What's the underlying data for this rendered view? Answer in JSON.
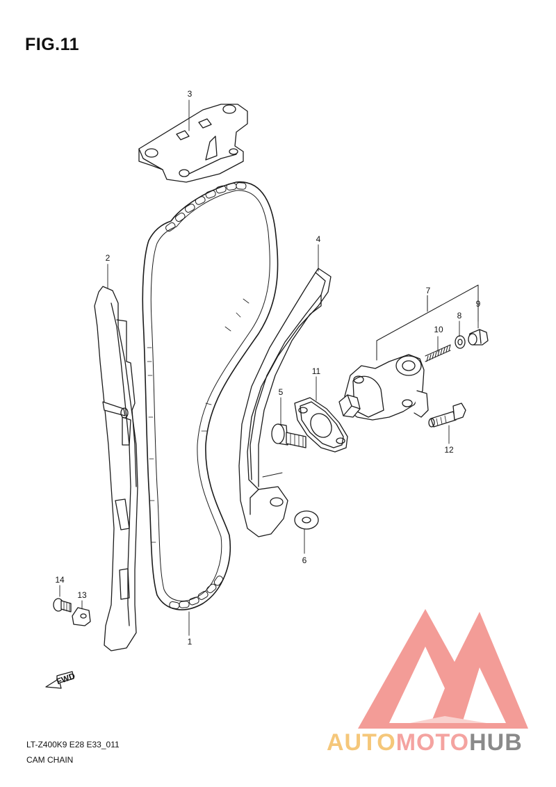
{
  "figure": {
    "title": "FIG.11"
  },
  "callouts": [
    {
      "id": "1",
      "label": "1"
    },
    {
      "id": "2",
      "label": "2"
    },
    {
      "id": "3",
      "label": "3"
    },
    {
      "id": "4",
      "label": "4"
    },
    {
      "id": "5",
      "label": "5"
    },
    {
      "id": "6",
      "label": "6"
    },
    {
      "id": "7",
      "label": "7"
    },
    {
      "id": "8",
      "label": "8"
    },
    {
      "id": "9",
      "label": "9"
    },
    {
      "id": "10",
      "label": "10"
    },
    {
      "id": "11",
      "label": "11"
    },
    {
      "id": "12",
      "label": "12"
    },
    {
      "id": "13",
      "label": "13"
    },
    {
      "id": "14",
      "label": "14"
    }
  ],
  "fwd_marker": "FWD",
  "footer": {
    "code": "LT-Z400K9 E28 E33_011",
    "name": "CAM CHAIN"
  },
  "watermark": {
    "part1": "AUTO",
    "part2": "MOTO",
    "part3": "HUB",
    "colors": {
      "part1": "#f5c77a",
      "part2": "#f4a3a0",
      "part3": "#8a8a8a",
      "triangle": "#f28b86"
    }
  },
  "colors": {
    "line": "#1a1a1a",
    "background": "#ffffff"
  }
}
